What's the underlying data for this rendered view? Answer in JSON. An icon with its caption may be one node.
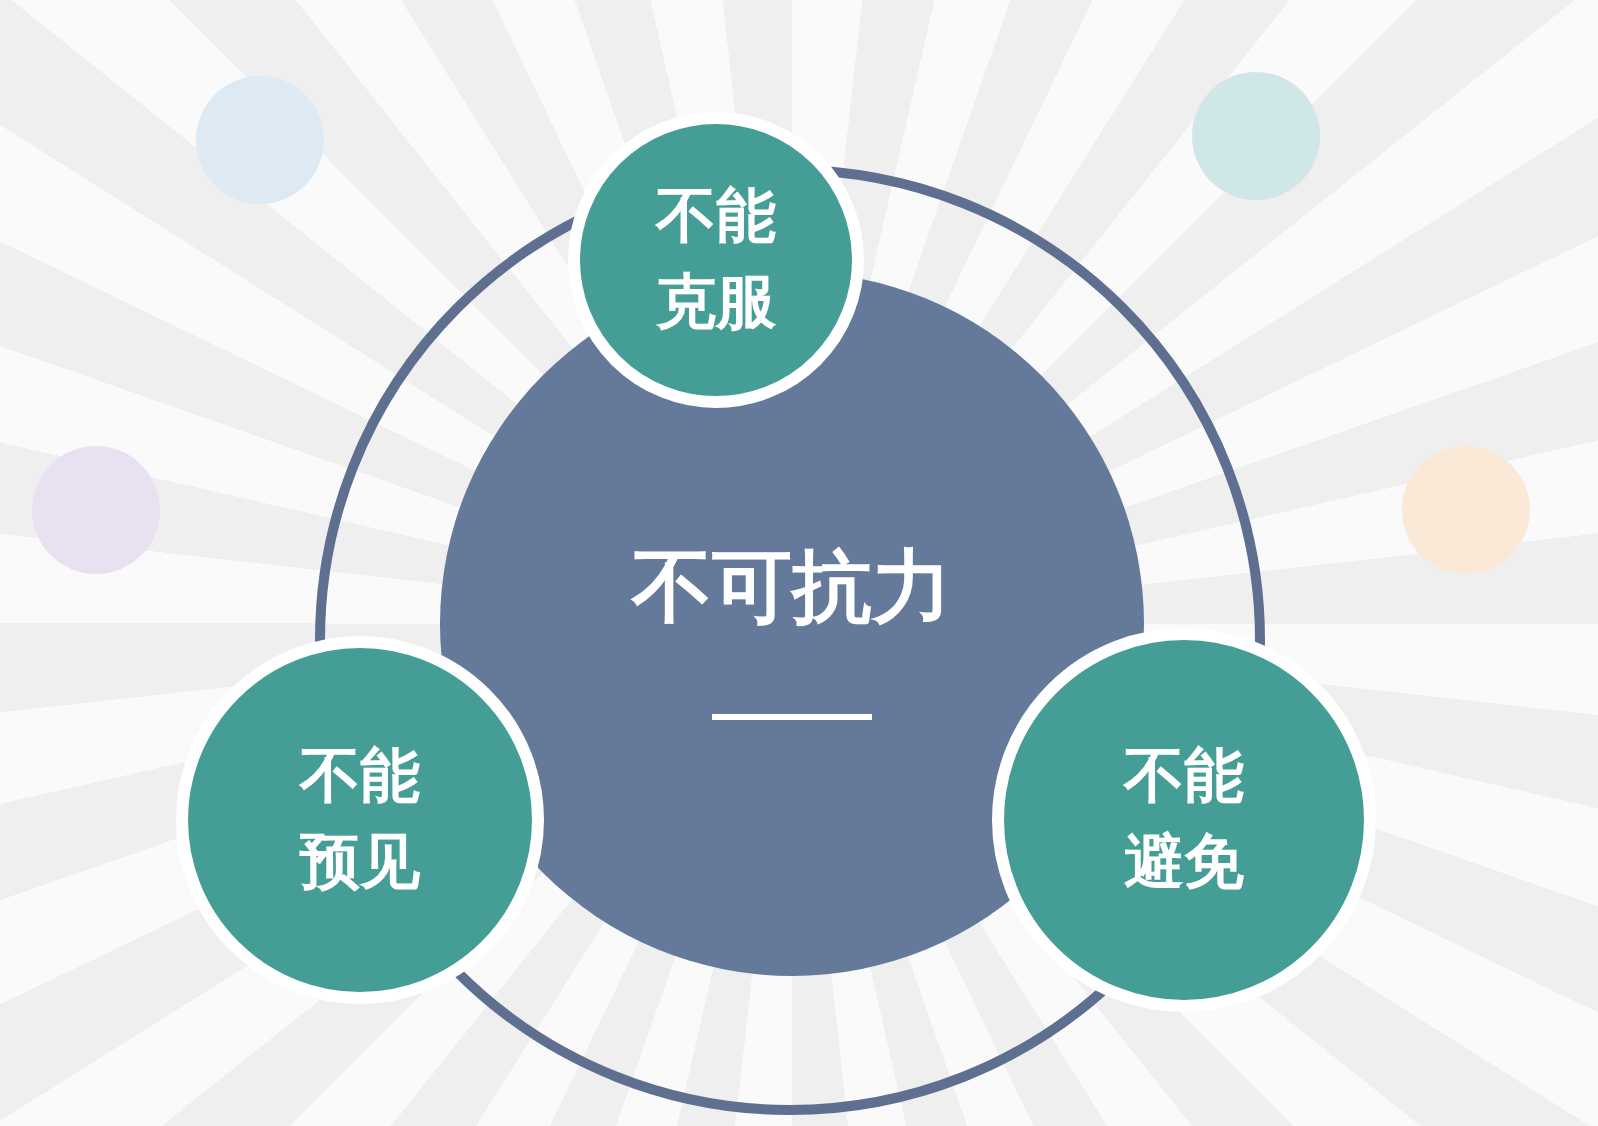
{
  "diagram": {
    "nodes": [
      {
        "text": [
          "不可抗力"
        ]
      },
      {
        "text": [
          "不能克服"
        ]
      },
      {
        "text": [
          "不能预见"
        ]
      },
      {
        "text": [
          "不能避免"
        ]
      }
    ]
  }
}
